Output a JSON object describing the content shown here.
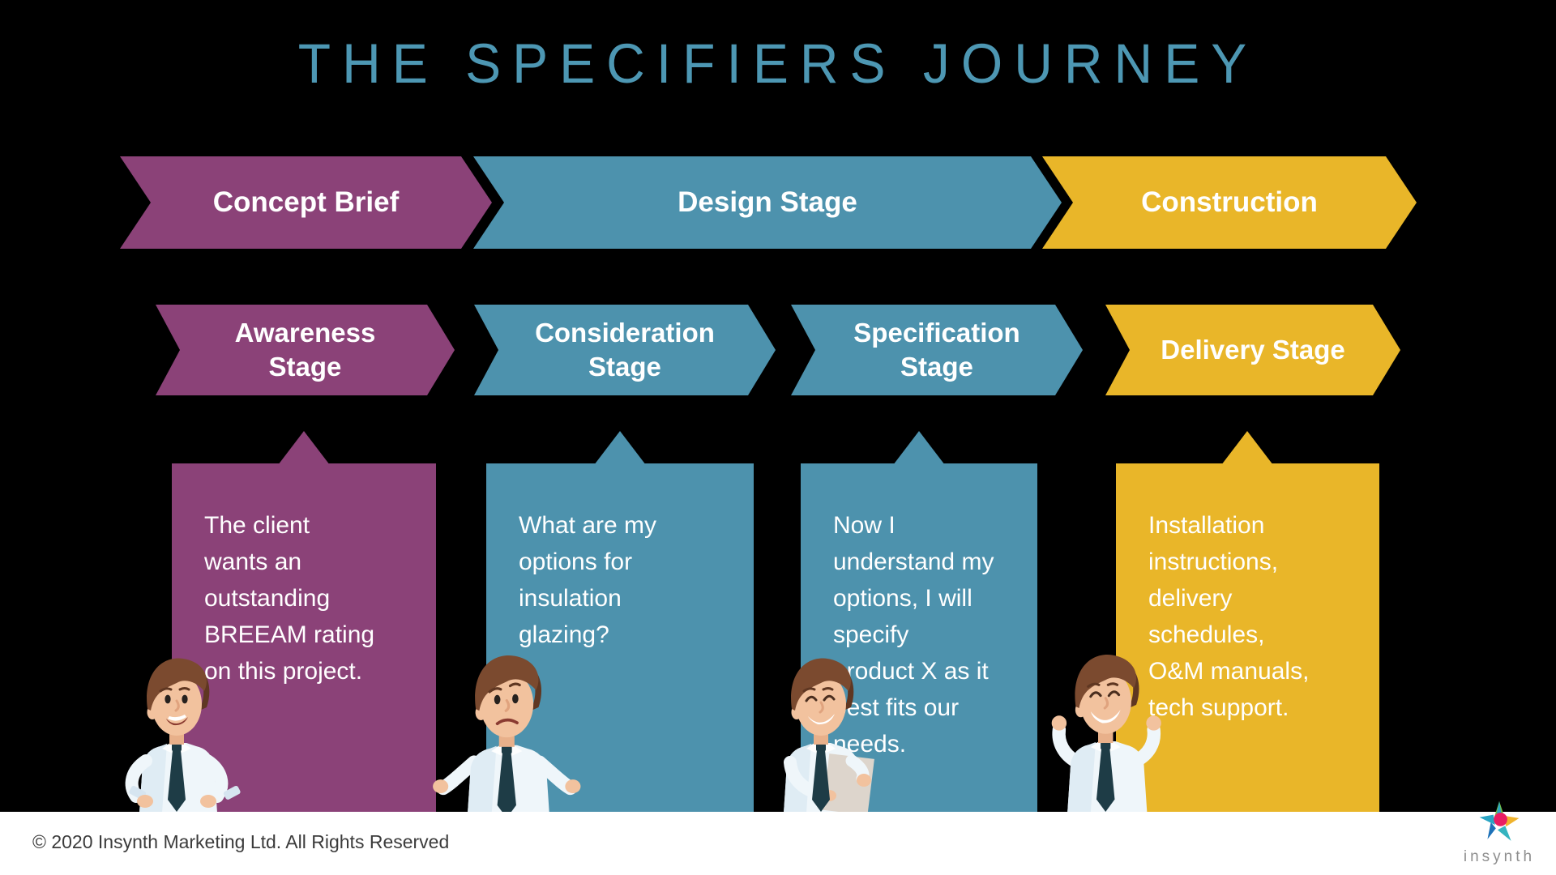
{
  "title": "THE SPECIFIERS JOURNEY",
  "colors": {
    "background": "#000000",
    "purple": "#8B4278",
    "teal": "#4D92AD",
    "yellow": "#E9B629",
    "title_blue": "#4D97B3",
    "bubble_text": "#FFFFFF",
    "footer_background": "#FFFFFF",
    "footer_text": "#3B3B3B",
    "logo_text_gray": "#8E8E8E",
    "logo_star_colors": [
      "#76C043",
      "#2AA5C4",
      "#1D71B8",
      "#F0B32C",
      "#35B4C0",
      "#E91E63"
    ]
  },
  "top_stages": [
    {
      "label": "Concept Brief",
      "color": "#8B4278"
    },
    {
      "label": "Design Stage",
      "color": "#4D92AD"
    },
    {
      "label": "Construction",
      "color": "#E9B629"
    }
  ],
  "sub_stages": [
    {
      "label": "Awareness\nStage",
      "color": "#8B4278"
    },
    {
      "label": "Consideration\nStage",
      "color": "#4D92AD"
    },
    {
      "label": "Specification\nStage",
      "color": "#4D92AD"
    },
    {
      "label": "Delivery Stage",
      "color": "#E9B629"
    }
  ],
  "speech_bubbles": [
    {
      "text": "The client\nwants an\noutstanding\nBREEAM rating\non this project.",
      "color": "#8B4278"
    },
    {
      "text": "What are my\noptions for\ninsulation\nglazing?",
      "color": "#4D92AD"
    },
    {
      "text": "Now I\nunderstand my\noptions, I will\nspecify\nproduct X as it\nbest fits our\nneeds.",
      "color": "#4D92AD"
    },
    {
      "text": "Installation\ninstructions,\ndelivery\nschedules,\nO&M manuals,\ntech support.",
      "color": "#E9B629"
    }
  ],
  "characters": [
    {
      "pose": "hands-on-hips-smiling"
    },
    {
      "pose": "shrugging-confused"
    },
    {
      "pose": "reading-document-happy"
    },
    {
      "pose": "arms-flexed-celebrating"
    }
  ],
  "footer": {
    "copyright": "© 2020 Insynth Marketing Ltd. All Rights Reserved",
    "logo_text": "insynth"
  }
}
